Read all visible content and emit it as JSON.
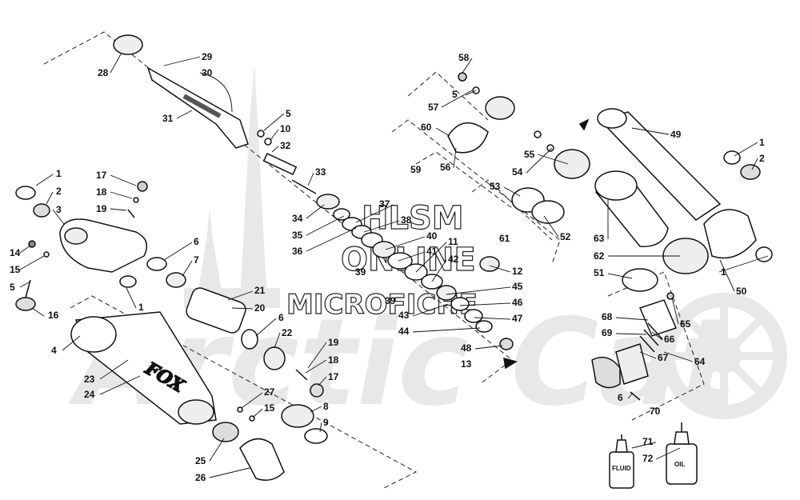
{
  "watermark": {
    "line1": "HLSM",
    "line2": "ONLINE",
    "line3": "MICROFICHE",
    "logo_text": "Arctic Cat"
  },
  "brand_mark": "FOX",
  "bottles": [
    {
      "label": "FLUID"
    },
    {
      "label": "OIL"
    }
  ],
  "callouts": [
    "1",
    "2",
    "3",
    "4",
    "5",
    "6",
    "7",
    "8",
    "9",
    "10",
    "11",
    "12",
    "13",
    "14",
    "15",
    "16",
    "17",
    "18",
    "19",
    "20",
    "21",
    "22",
    "23",
    "24",
    "25",
    "26",
    "27",
    "28",
    "29",
    "30",
    "31",
    "32",
    "33",
    "34",
    "35",
    "36",
    "37",
    "38",
    "39",
    "40",
    "41",
    "42",
    "43",
    "44",
    "45",
    "46",
    "47",
    "48",
    "49",
    "50",
    "51",
    "52",
    "53",
    "54",
    "55",
    "56",
    "57",
    "58",
    "59",
    "60",
    "61",
    "62",
    "63",
    "64",
    "65",
    "66",
    "67",
    "68",
    "69",
    "70",
    "71",
    "72"
  ]
}
